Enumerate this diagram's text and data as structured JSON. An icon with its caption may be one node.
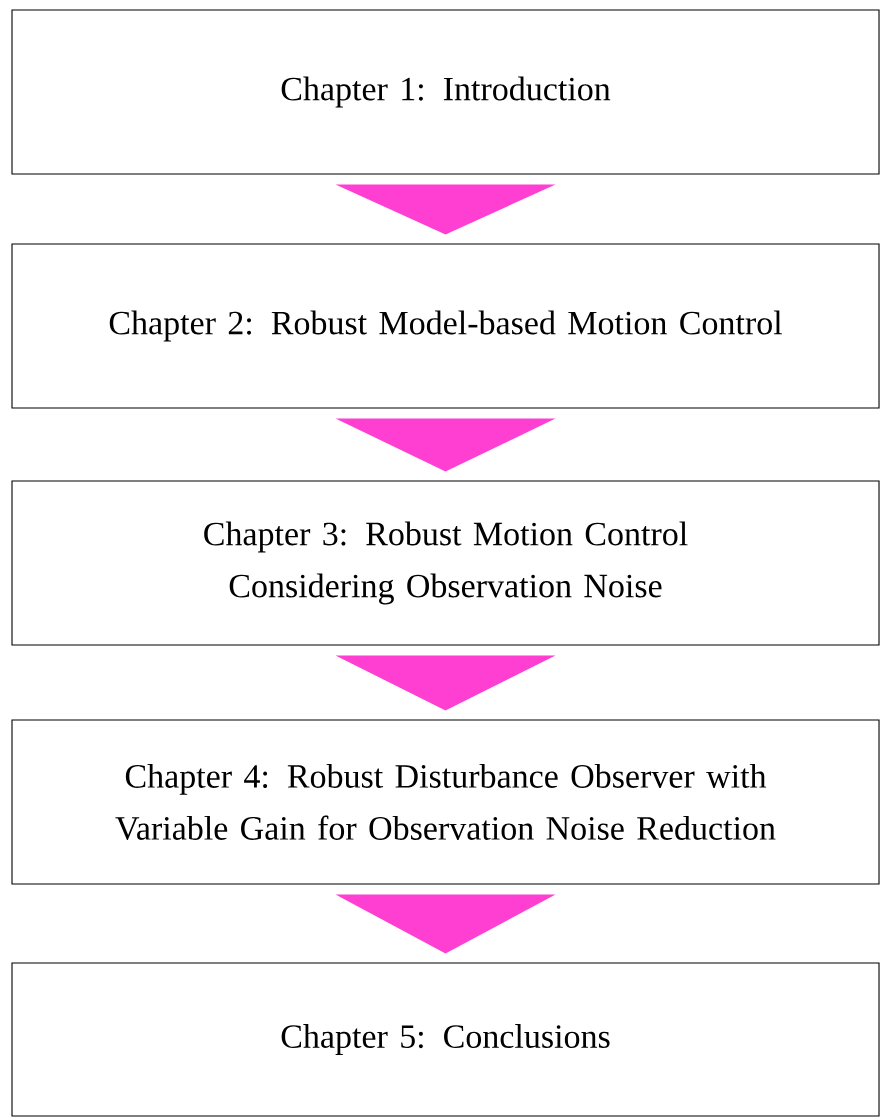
{
  "diagram": {
    "nodes": [
      {
        "text": [
          "Chapter 1: Introduction"
        ]
      },
      {
        "text": [
          "Chapter 2: Robust Model-based Motion Control"
        ]
      },
      {
        "text": [
          "Chapter 3: Robust Motion Control Considering Observation Noise"
        ]
      },
      {
        "text": [
          "Chapter 4: Robust Disturbance Observer with Variable Gain for Observation Noise Reduction"
        ]
      },
      {
        "text": [
          "Chapter 5: Conclusions"
        ]
      }
    ],
    "edges": [
      {
        "from": 0,
        "to": 1,
        "arrow": "to"
      },
      {
        "from": 1,
        "to": 2,
        "arrow": "to"
      },
      {
        "from": 2,
        "to": 3,
        "arrow": "to"
      },
      {
        "from": 3,
        "to": 4,
        "arrow": "to"
      }
    ]
  }
}
